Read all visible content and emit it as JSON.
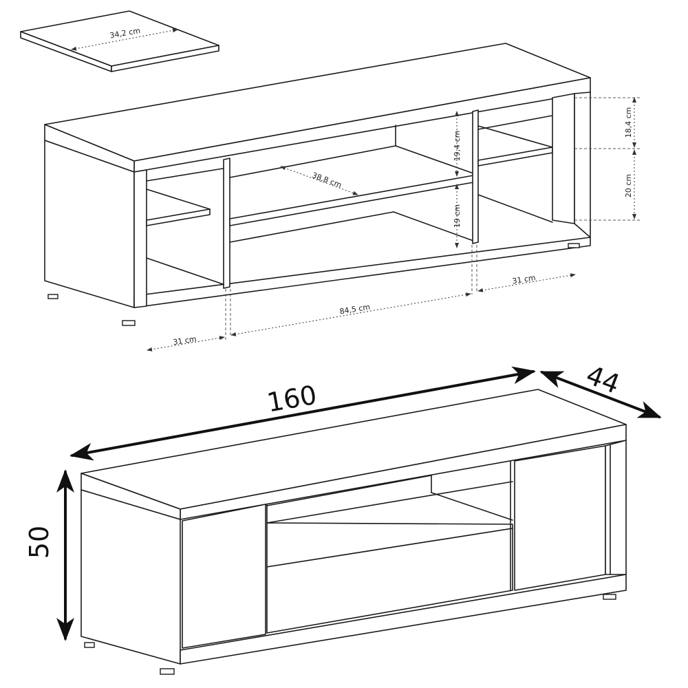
{
  "shelf_panel": {
    "width_label": "34,2 cm"
  },
  "open_unit": {
    "middle_shelf_depth": "38,8 cm",
    "upper_compartment_height": "19,4 cm",
    "lower_compartment_height": "19 cm",
    "right_upper_height": "18,4 cm",
    "right_lower_height": "20 cm",
    "left_section_width": "31 cm",
    "center_section_width": "84,5 cm",
    "right_section_width": "31 cm"
  },
  "overall": {
    "width": "160",
    "depth": "44",
    "height": "50"
  }
}
